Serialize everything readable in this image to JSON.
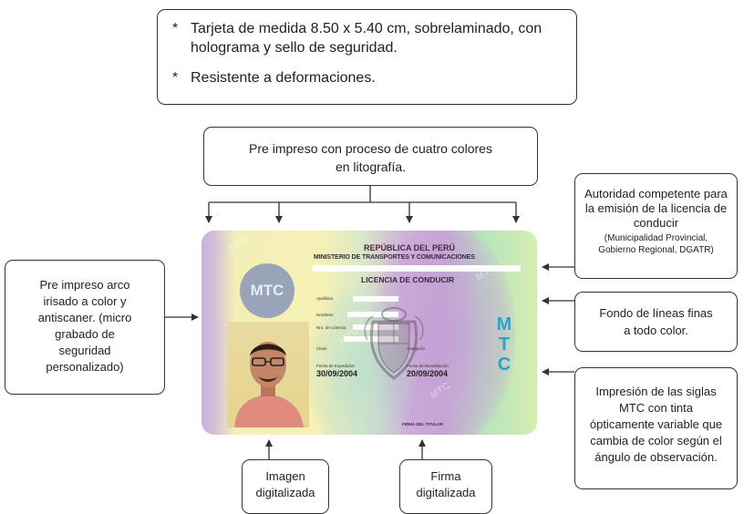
{
  "top_note": {
    "bullets": [
      {
        "star": "*",
        "text": "Tarjeta de medida 8.50 x 5.40 cm, sobrelaminado, con holograma y sello de seguridad."
      },
      {
        "star": "*",
        "text": "Resistente a deformaciones."
      }
    ]
  },
  "callouts": {
    "pre_impreso": "Pre impreso con proceso de cuatro colores en litografía.",
    "arco": "Pre impreso arco irisado a color y antiscaner. (micro grabado de seguridad personalizado)",
    "autoridad": "Autoridad competente para la emisión de la licencia de conducir",
    "autoridad_small": "(Municipalidad Provincial, Gobierno Regional, DGATR)",
    "fondo": "Fondo de líneas finas a todo color.",
    "siglas": "Impresión de las siglas MTC con tinta ópticamente variable que cambia de color según el ángulo de observación.",
    "imagen": "Imagen digitalizada",
    "firma": "Firma digitalizada"
  },
  "card": {
    "title": "REPÚBLICA DEL PERÚ",
    "ministry": "MINISTERIO DE TRANSPORTES Y COMUNICACIONES",
    "license": "LICENCIA DE CONDUCIR",
    "logo": "MTC",
    "fields": {
      "apellidos": "Apellidos",
      "nombres": "Nombres",
      "licencia_no": "Nro. de Licencia",
      "clase": "Clase",
      "categoria": "Categoría",
      "fecha_expedicion": "Fecha de Expedición",
      "fecha_revalidacion": "Fecha de Revalidación"
    },
    "date_expedicion": "30/09/2004",
    "date_revalidacion": "20/09/2004",
    "mtc_vertical": [
      "M",
      "T",
      "C"
    ],
    "firma_titular": "FIRMA DEL TITULAR",
    "watermark": "MTC"
  },
  "colors": {
    "border": "#333333",
    "mtc_ink": "#2aa3c8",
    "arrow": "#333333"
  },
  "icons": [
    "arrow-down-icon",
    "arrow-left-icon",
    "arrow-right-icon",
    "arrow-up-icon",
    "peru-coat-of-arms-icon"
  ]
}
